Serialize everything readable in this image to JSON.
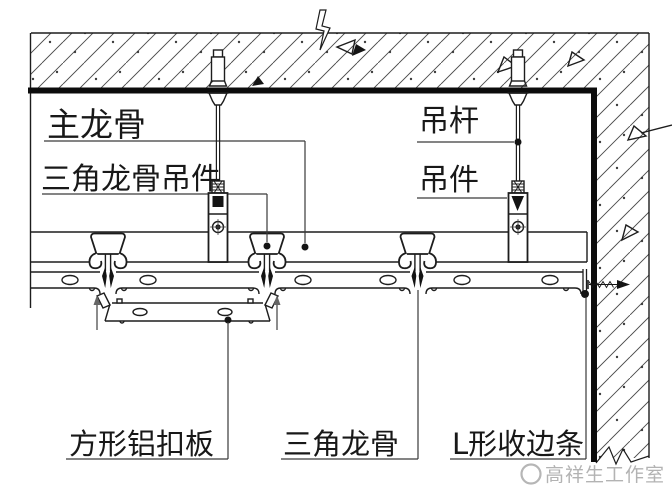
{
  "diagram": {
    "labels": {
      "main_runner": "主龙骨",
      "triangle_keel_hanger": "三角龙骨吊件",
      "hanger_rod": "吊杆",
      "hanger": "吊件",
      "square_aluminum_panel": "方形铝扣板",
      "triangle_keel": "三角龙骨",
      "l_shaped_edge_trim": "L形收边条"
    },
    "watermark": "高祥生工作室",
    "colors": {
      "ink": "#1d1d1d",
      "leader": "#3a3a3a",
      "watermark": "#b3b3b3",
      "background": "#ffffff"
    }
  }
}
